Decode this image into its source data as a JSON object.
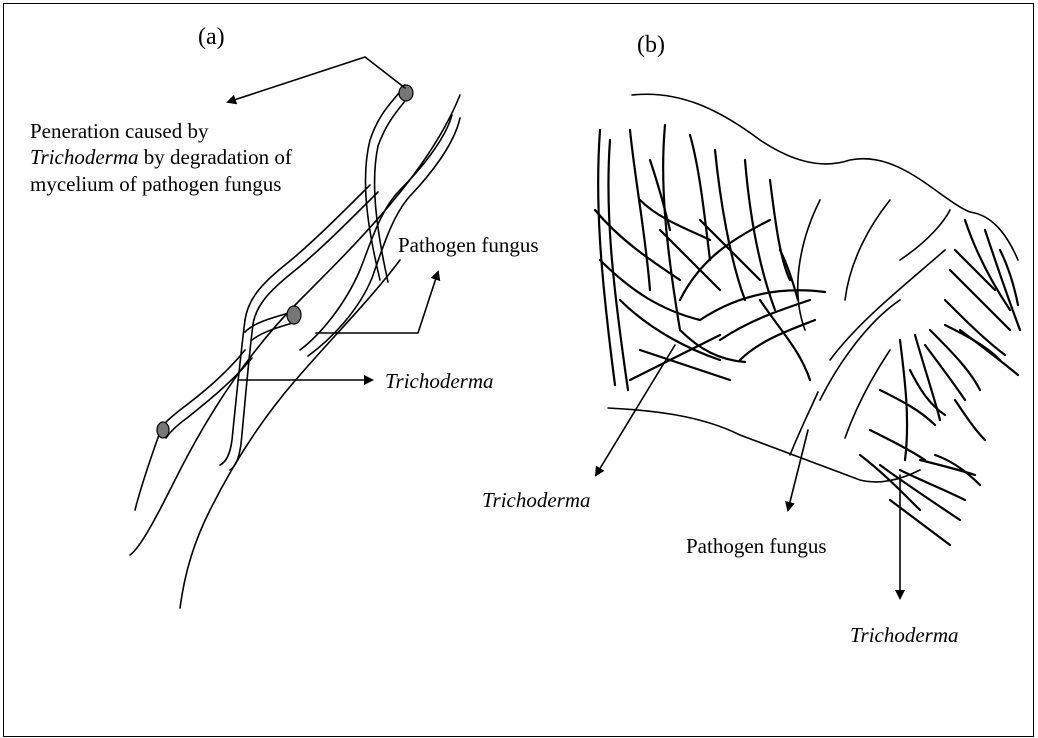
{
  "panel_a": {
    "label": "(a)",
    "penetration_label": {
      "line1": "Peneration caused by",
      "line2_italic": "Trichoderma",
      "line2_rest": " by degradation of",
      "line3": "mycelium of pathogen fungus"
    },
    "pathogen_label": "Pathogen fungus",
    "trichoderma_label": "Trichoderma"
  },
  "panel_b": {
    "label": "(b)",
    "trichoderma_left_label": "Trichoderma",
    "pathogen_label": "Pathogen fungus",
    "trichoderma_right_label": "Trichoderma"
  },
  "colors": {
    "ink": "#000000",
    "spore_fill": "#777777",
    "background": "#ffffff"
  }
}
